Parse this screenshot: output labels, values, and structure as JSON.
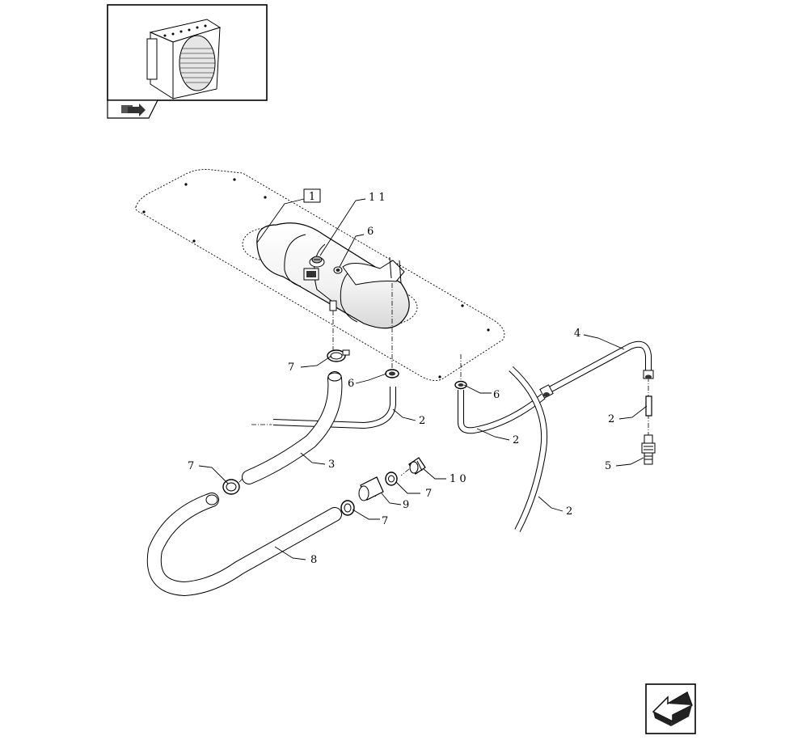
{
  "thumbnail": {
    "label": "radiator-assembly-thumbnail"
  },
  "callouts": {
    "frame_ref": "1",
    "c11": "1 1",
    "c6a": "6",
    "c6b": "6",
    "c6c": "6",
    "c7a": "7",
    "c7b": "7",
    "c7c": "7",
    "c7d": "7",
    "c2a": "2",
    "c2b": "2",
    "c2c": "2",
    "c2d": "2",
    "c3": "3",
    "c4": "4",
    "c5": "5",
    "c8": "8",
    "c9": "9",
    "c10": "1 0"
  },
  "colors": {
    "line": "#000000",
    "background": "#ffffff"
  },
  "icons": {
    "thumbnail_nav": "book-arrow-icon",
    "next_page": "next-page-arrow-icon"
  }
}
